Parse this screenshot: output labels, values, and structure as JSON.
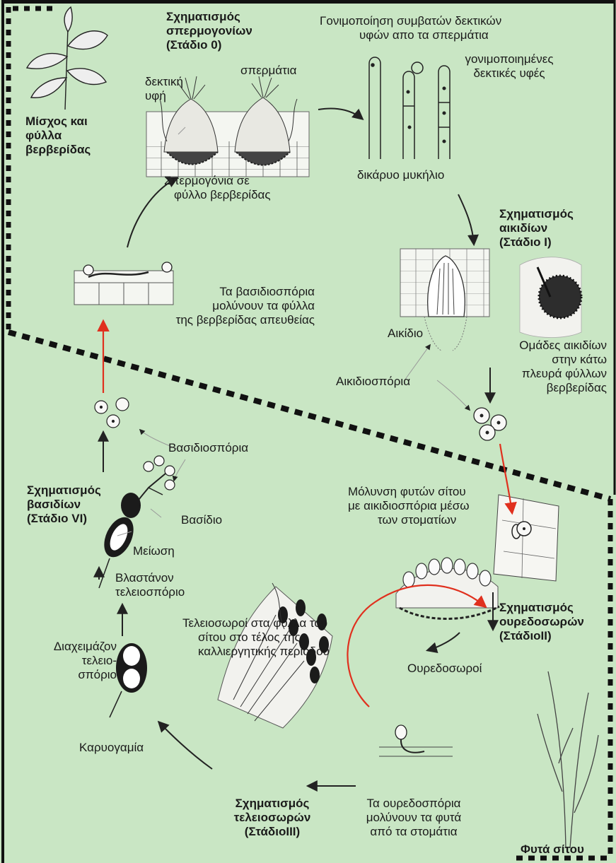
{
  "colors": {
    "background": "#c9e6c4",
    "border": "#111111",
    "line": "#222222",
    "red_arrow": "#e0301e"
  },
  "barberry_plant": {
    "label_l1": "Μίσχος και",
    "label_l2": "φύλλα",
    "label_l3": "βερβερίδας"
  },
  "stage0": {
    "title_l1": "Σχηματισμός",
    "title_l2": "σπερμογονίων",
    "title_l3": "(Στάδιο 0)",
    "receptive_l1": "δεκτική",
    "receptive_l2": "υφή",
    "spermatia": "σπερμάτια",
    "caption_l1": "Σπερμογόνια σε",
    "caption_l2": "φύλλο βερβερίδας"
  },
  "fertilization": {
    "title_l1": "Γονιμοποίηση συμβατών δεκτικών",
    "title_l2": "υφών απο τα σπερμάτια",
    "fertilized_l1": "γονιμοποιημένες",
    "fertilized_l2": "δεκτικές υφές",
    "dikaryon": "δικάρυο μυκήλιο"
  },
  "stage1": {
    "title_l1": "Σχηματισμός",
    "title_l2": "αικιδίων",
    "title_l3": "(Στάδιο I)",
    "aecium": "Αικίδιο",
    "clusters_l1": "Ομάδες αικιδίων",
    "clusters_l2": "στην κάτω",
    "clusters_l3": "πλευρά φύλλων",
    "clusters_l4": "βερβερίδας",
    "aeciospores": "Αικιδιοσπόρια"
  },
  "basidiospore_infection": {
    "text_l1": "Τα βασιδιοσπόρια",
    "text_l2": "μολύνουν τα φύλλα",
    "text_l3": "της βερβερίδας απευθείας"
  },
  "stage6": {
    "basidiospores": "Βασιδιοσπόρια",
    "title_l1": "Σχηματισμός",
    "title_l2": "βασιδίων",
    "title_l3": "(Στάδιο VI)",
    "basidium": "Βασίδιο",
    "meiosis": "Μείωση",
    "germinating_l1": "Βλαστάνον",
    "germinating_l2": "τελειοσπόριο"
  },
  "wheat_infection": {
    "text_l1": "Μόλυνση φυτών σίτου",
    "text_l2": "με αικιδιοσπόρια μέσω",
    "text_l3": "των στοματίων"
  },
  "telia_note": {
    "text_l1": "Τελειοσωροί στα φύλλα του",
    "text_l2": "σίτου  στο τέλος της",
    "text_l3": "καλλιεργητικής περιόδου"
  },
  "stage2": {
    "title_l1": "Σχηματισμός",
    "title_l2": "ουρεδοσωρών",
    "title_l3": "(ΣτάδιοII)",
    "uredinia": "Ουρεδοσωροί"
  },
  "overwintering": {
    "text_l1": "Διαχειμάζον",
    "text_l2": "τελειο-",
    "text_l3": "σπόριο",
    "karyogamy": "Καρυογαμία"
  },
  "stage3": {
    "title_l1": "Σχηματισμός",
    "title_l2": "τελειοσωρών",
    "title_l3": "(ΣτάδιοIII)"
  },
  "urediniospores": {
    "text_l1": "Τα ουρεδοσπόρια",
    "text_l2": "μολύνουν τα φυτά",
    "text_l3": "από τα στομάτια"
  },
  "wheat_plants": {
    "label": "Φυτά σίτου"
  }
}
